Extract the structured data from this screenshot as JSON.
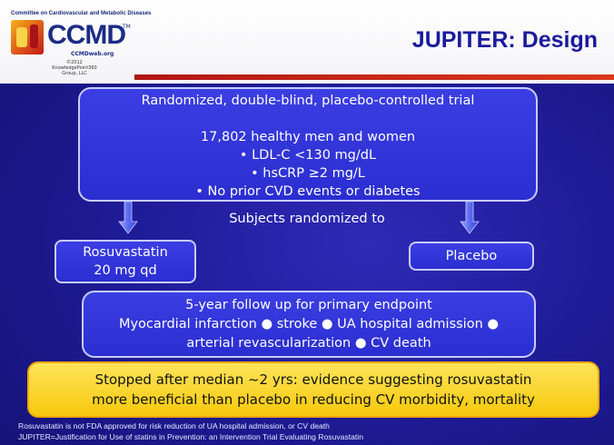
{
  "header": {
    "org_name": "Committee on Cardiovascular and Metabolic Diseases",
    "logo_text": "CCMD",
    "logo_tm": "TM",
    "logo_web": "CCMDweb.org",
    "copyright": [
      "©2012",
      "KnowledgePoint360",
      "Group, LLC"
    ],
    "title": "JUPITER: Design"
  },
  "diagram": {
    "trial": {
      "line1": "Randomized, double-blind, placebo-controlled trial",
      "line2": "17,802 healthy men and women",
      "criteria": [
        "• LDL-C <130 mg/dL",
        "• hsCRP ≥2 mg/L",
        "• No prior CVD events or diabetes"
      ]
    },
    "randomized_label": "Subjects randomized to",
    "arm_left": [
      "Rosuvastatin",
      "20 mg qd"
    ],
    "arm_right": "Placebo",
    "followup": [
      "5-year follow up for primary endpoint",
      "Myocardial infarction ● stroke ● UA hospital admission ●",
      "arterial revascularization ● CV death"
    ],
    "stopped": [
      "Stopped after median ~2 yrs: evidence suggesting rosuvastatin",
      "more beneficial than placebo in reducing CV morbidity, mortality"
    ]
  },
  "footnotes": [
    "Rosuvastatin is not FDA approved for risk reduction of UA hospital admission, or CV death",
    "JUPITER=Justification for Use of statins in Prevention: an Intervention Trial Evaluating Rosuvastatin"
  ],
  "colors": {
    "background": "#1f1c98",
    "box_fill": "#3b3ee2",
    "box_border": "#c8ccff",
    "highlight_box": "#f6c90c",
    "title_text": "#1a1a9c",
    "header_line": "#b11616"
  },
  "icons": [
    "down-arrow-icon",
    "ccmd-logo-icon"
  ]
}
